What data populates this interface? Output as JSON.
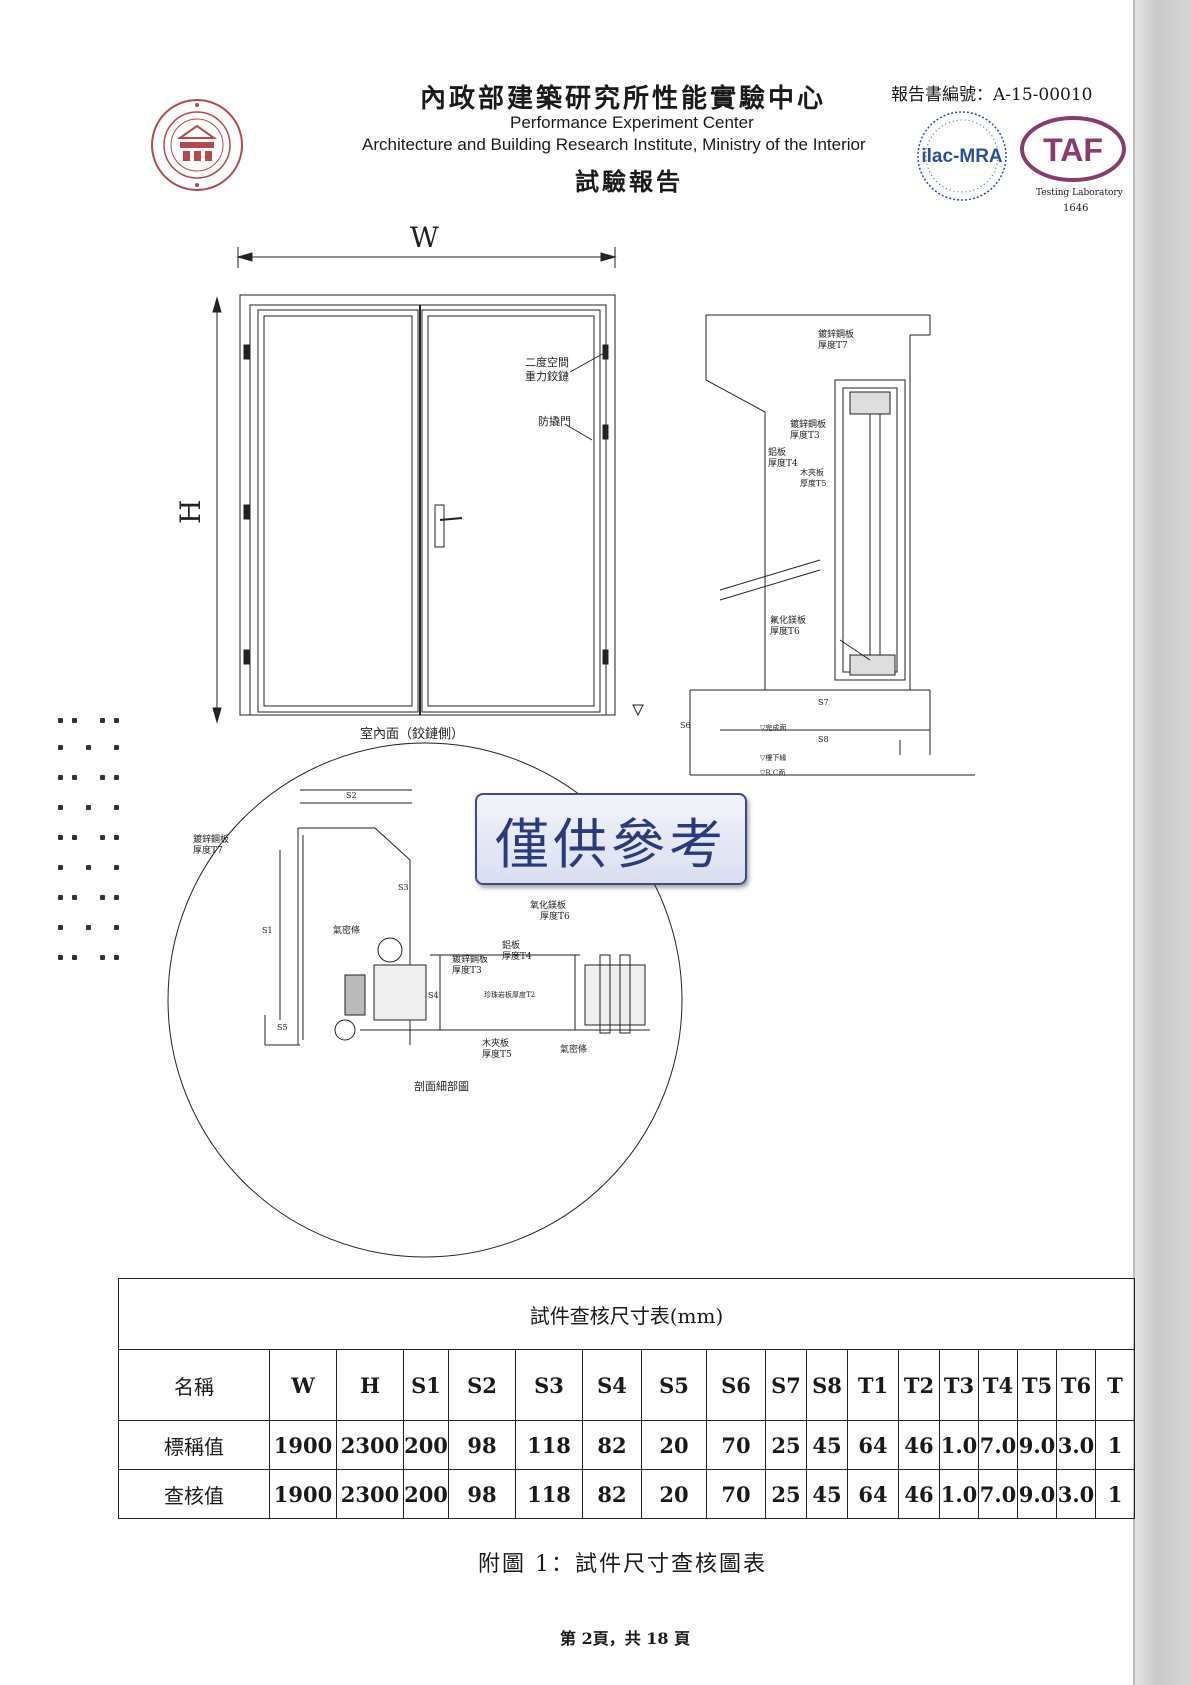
{
  "header": {
    "org_cn": "內政部建築研究所性能實驗中心",
    "report_no": "報告書編號：A-15-00010",
    "org_en_1": "Performance Experiment Center",
    "org_en_2": "Architecture and Building Research Institute, Ministry of the Interior",
    "report_type": "試驗報告",
    "accreditation_1": "ilac-MRA",
    "accreditation_2": "TAF",
    "lab_label": "Testing Laboratory",
    "lab_no": "1646"
  },
  "drawing": {
    "dim_w": "W",
    "dim_h": "H",
    "note_hinge": "二度空間重力鉸鏈",
    "note_hinge_1": "二度空間",
    "note_hinge_2": "重力鉸鏈",
    "note_door": "防撬門",
    "elev_caption": "室內面（鉸鏈側）",
    "sec_t7_1": "鍍鋅鋼板",
    "sec_t7_2": "厚度T7",
    "sec_t3_1": "鍍鋅鋼板",
    "sec_t3_2": "厚度T3",
    "sec_t4_1": "鋁板",
    "sec_t4_2": "厚度T4",
    "sec_t5_1": "木夾板",
    "sec_t5_2": "厚度T5",
    "sec_t6_1": "氟化鎂板",
    "sec_t6_2": "厚度T6",
    "lvl_1": "▽完成面",
    "lvl_2": "▽樓下緣",
    "lvl_3": "▽R.C面",
    "s7": "S7",
    "s8": "S8",
    "s6": "S6",
    "detail_s2": "S2",
    "detail_s1": "S1",
    "detail_s3": "S3",
    "detail_s4": "S4",
    "detail_s5": "S5",
    "detail_t7_1": "鍍鋅鋼板",
    "detail_t7_2": "厚度T7",
    "detail_seal": "氣密條",
    "detail_seal_2": "氣密條",
    "detail_t3_1": "鍍鋅鋼板",
    "detail_t3_2": "厚度T3",
    "detail_t4_1": "鋁板",
    "detail_t4_2": "厚度T4",
    "detail_t6_1": "氧化鎂板",
    "detail_t6_2": "厚度T6",
    "detail_core": "珍珠岩板厚度T2",
    "detail_t5_1": "木夾板",
    "detail_t5_2": "厚度T5",
    "detail_caption": "剖面細部圖"
  },
  "stamp": "僅供參考",
  "table": {
    "title": "試件查核尺寸表(mm)",
    "headers": [
      "名稱",
      "W",
      "H",
      "S1",
      "S2",
      "S3",
      "S4",
      "S5",
      "S6",
      "S7",
      "S8",
      "T1",
      "T2",
      "T3",
      "T4",
      "T5",
      "T6",
      "T"
    ],
    "rows": [
      [
        "標稱值",
        "1900",
        "2300",
        "200",
        "98",
        "118",
        "82",
        "20",
        "70",
        "25",
        "45",
        "64",
        "46",
        "1.0",
        "7.0",
        "9.0",
        "3.0",
        "1"
      ],
      [
        "查核值",
        "1900",
        "2300",
        "200",
        "98",
        "118",
        "82",
        "20",
        "70",
        "25",
        "45",
        "64",
        "46",
        "1.0",
        "7.0",
        "9.0",
        "3.0",
        "1"
      ]
    ]
  },
  "caption": "附圖 1：試件尺寸查核圖表",
  "footer": "第 2頁，共 18 頁"
}
